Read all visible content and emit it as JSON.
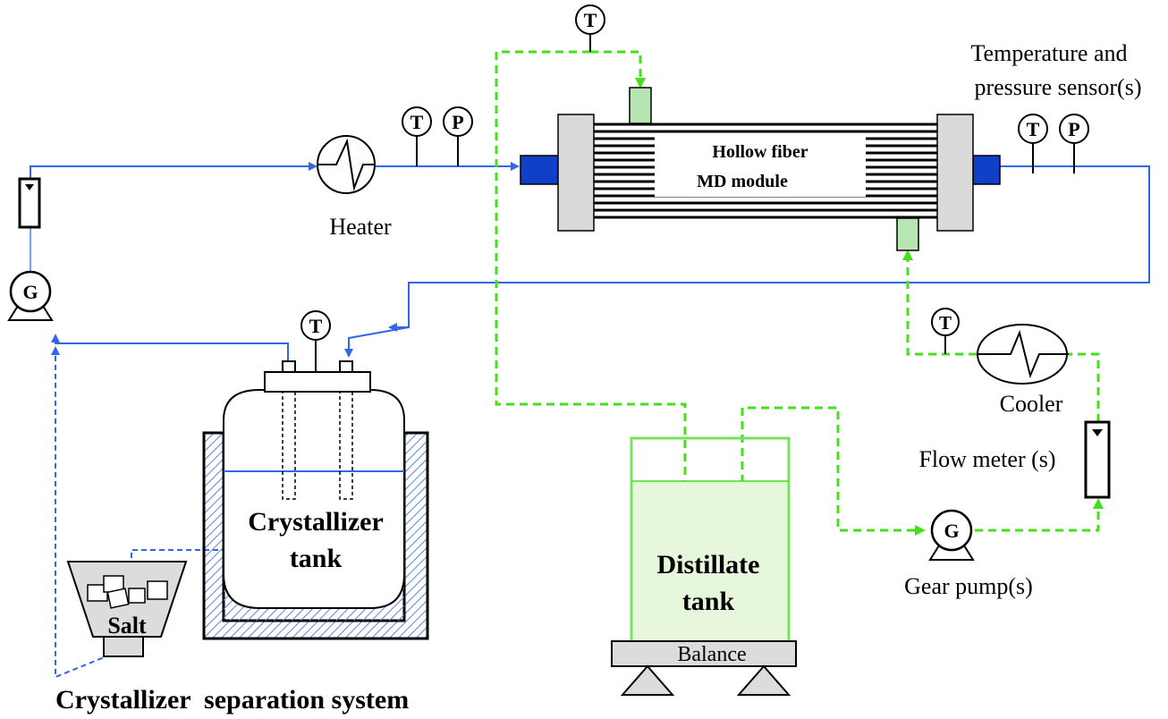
{
  "diagram": {
    "labels": {
      "temp_pressure_sensor_line1": "Temperature and",
      "temp_pressure_sensor_line2": "pressure sensor(s)",
      "module_line1": "Hollow fiber",
      "module_line2": "MD module",
      "heater": "Heater",
      "cooler": "Cooler",
      "flow_meter": "Flow meter (s)",
      "gear_pump": "Gear pump(s)",
      "crystallizer_line1": "Crystallizer",
      "crystallizer_line2": "tank",
      "distillate_line1": "Distillate",
      "distillate_line2": "tank",
      "balance": "Balance",
      "salt": "Salt",
      "separation_system": "Crystallizer  separation system"
    },
    "gauges": {
      "temperature": "T",
      "pressure": "P",
      "pump": "G"
    },
    "colors": {
      "feed_line": "#3366e6",
      "distillate_line": "#44e01a",
      "module_port": "#1040c8",
      "module_body": "#d9d9d9",
      "distillate_fill": "#e6f7dc",
      "distillate_outline": "#7ae060",
      "bath_hatch": "#5a86d6"
    }
  }
}
